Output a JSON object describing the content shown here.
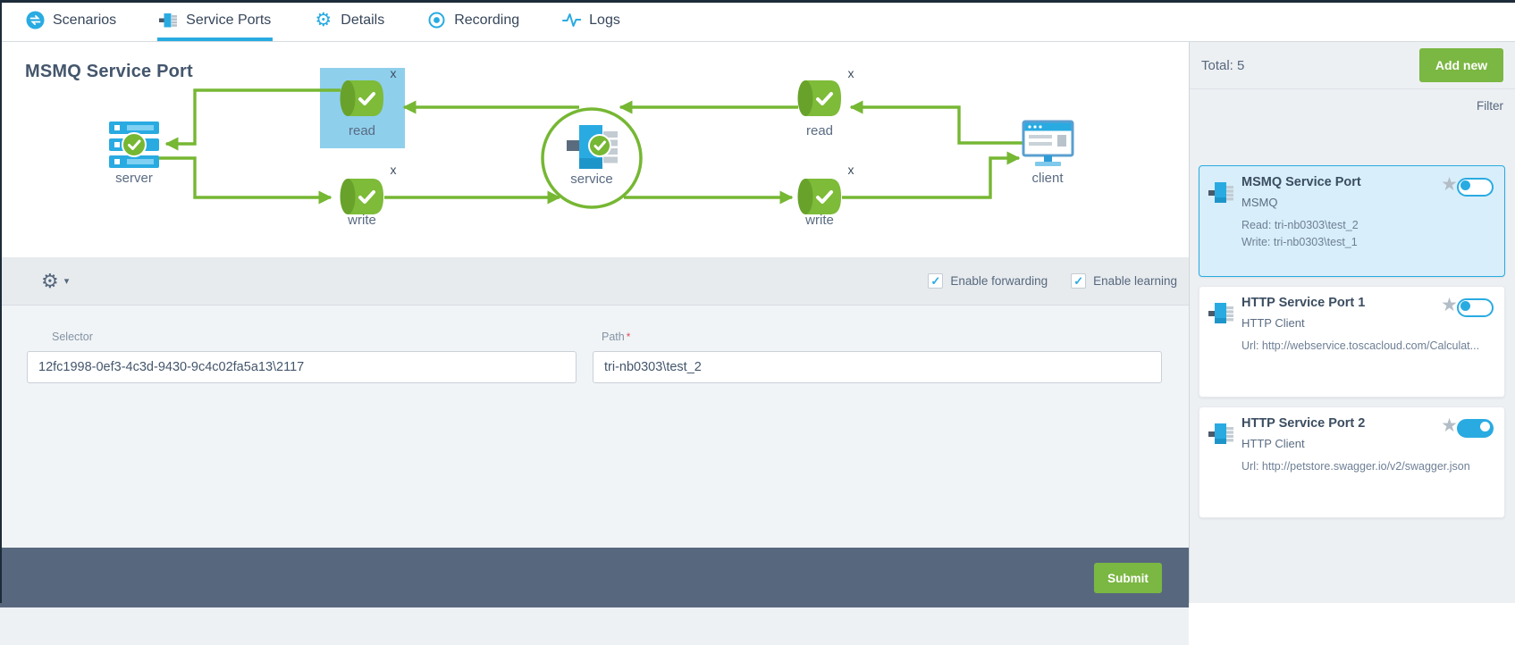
{
  "nav": {
    "tabs": [
      {
        "label": "Scenarios",
        "icon": "scenarios-sync-icon",
        "active": false
      },
      {
        "label": "Service Ports",
        "icon": "service-port-plug-icon",
        "active": true
      },
      {
        "label": "Details",
        "icon": "gear-icon",
        "active": false
      },
      {
        "label": "Recording",
        "icon": "record-icon",
        "active": false
      },
      {
        "label": "Logs",
        "icon": "logs-pulse-icon",
        "active": false
      }
    ]
  },
  "diagram": {
    "title": "MSMQ Service Port",
    "nodes": {
      "server_label": "server",
      "read_left_label": "read",
      "write_left_label": "write",
      "service_label": "service",
      "read_right_label": "read",
      "write_right_label": "write",
      "client_label": "client",
      "remove_label": "x"
    }
  },
  "toolbar": {
    "forwarding_label": "Enable forwarding",
    "forwarding_checked": true,
    "learning_label": "Enable learning",
    "learning_checked": true,
    "check_glyph": "✓",
    "gear_caret": "▾"
  },
  "form": {
    "selector": {
      "label": "Selector",
      "value": "12fc1998-0ef3-4c3d-9430-9c4c02fa5a13\\2117"
    },
    "path": {
      "label": "Path",
      "required_mark": "*",
      "value": "tri-nb0303\\test_2"
    },
    "submit_label": "Submit"
  },
  "sidebar": {
    "total_label": "Total: 5",
    "add_new_label": "Add new",
    "filter_label": "Filter",
    "star_glyph": "★",
    "cards": [
      {
        "title": "MSMQ Service Port",
        "subtitle": "MSMQ",
        "line1": "Read: tri-nb0303\\test_2",
        "line2": "Write: tri-nb0303\\test_1",
        "selected": true,
        "toggle_on": false
      },
      {
        "title": "HTTP Service Port 1",
        "subtitle": "HTTP Client",
        "line1": "Url: http://webservice.toscacloud.com/Calculat...",
        "line2": "",
        "selected": false,
        "toggle_on": false
      },
      {
        "title": "HTTP Service Port 2",
        "subtitle": "HTTP Client",
        "line1": "Url: http://petstore.swagger.io/v2/swagger.json",
        "line2": "",
        "selected": false,
        "toggle_on": true
      }
    ]
  },
  "colors": {
    "accent_blue": "#29abe2",
    "green": "#7bb743",
    "arrow_green": "#76b733",
    "selected_card_bg": "#d8eefa",
    "footer_bar": "#57687e"
  }
}
